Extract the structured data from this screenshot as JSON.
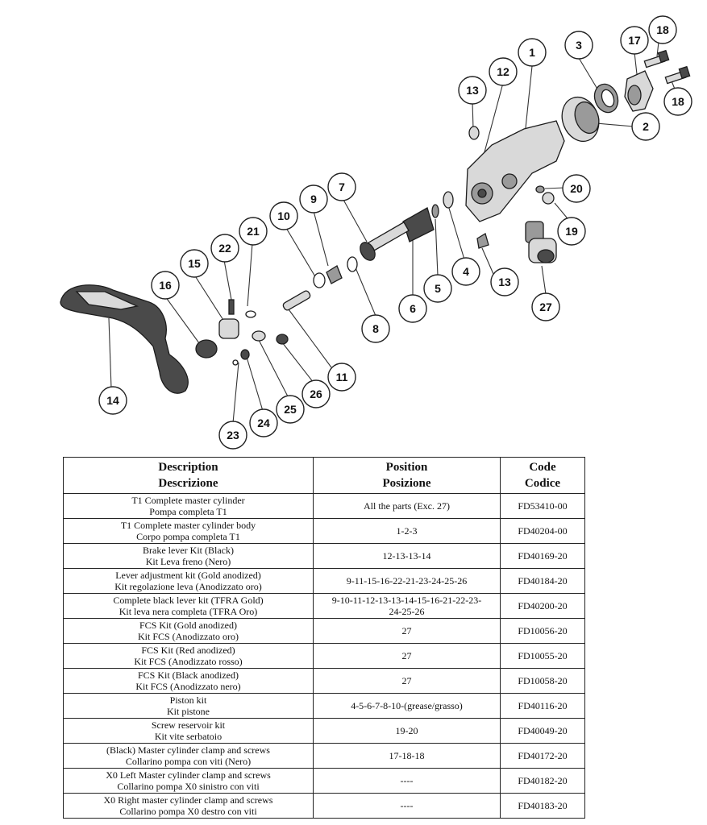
{
  "diagram": {
    "callouts": [
      "1",
      "2",
      "3",
      "4",
      "5",
      "6",
      "7",
      "8",
      "9",
      "10",
      "11",
      "12",
      "13",
      "13",
      "14",
      "15",
      "16",
      "17",
      "18",
      "18",
      "19",
      "20",
      "21",
      "22",
      "23",
      "24",
      "25",
      "26",
      "27"
    ]
  },
  "table": {
    "headers": {
      "description": [
        "Description",
        "Descrizione"
      ],
      "position": [
        "Position",
        "Posizione"
      ],
      "code": [
        "Code",
        "Codice"
      ]
    },
    "rows": [
      {
        "desc_en": "T1 Complete master cylinder",
        "desc_it": "Pompa completa T1",
        "pos1": "All the parts (Exc. 27)",
        "pos2": "",
        "code": "FD53410-00"
      },
      {
        "desc_en": "T1 Complete master cylinder body",
        "desc_it": "Corpo pompa completa T1",
        "pos1": "1-2-3",
        "pos2": "",
        "code": "FD40204-00"
      },
      {
        "desc_en": "Brake lever Kit (Black)",
        "desc_it": "Kit Leva freno (Nero)",
        "pos1": "12-13-13-14",
        "pos2": "",
        "code": "FD40169-20"
      },
      {
        "desc_en": "Lever adjustment kit (Gold anodized)",
        "desc_it": "Kit regolazione leva (Anodizzato oro)",
        "pos1": "9-11-15-16-22-21-23-24-25-26",
        "pos2": "",
        "code": "FD40184-20"
      },
      {
        "desc_en": "Complete black lever kit (TFRA Gold)",
        "desc_it": "Kit leva nera completa (TFRA Oro)",
        "pos1": "9-10-11-12-13-13-14-15-16-21-22-23-",
        "pos2": "24-25-26",
        "code": "FD40200-20"
      },
      {
        "desc_en": "FCS Kit (Gold anodized)",
        "desc_it": "Kit FCS (Anodizzato oro)",
        "pos1": "27",
        "pos2": "",
        "code": "FD10056-20"
      },
      {
        "desc_en": "FCS Kit (Red anodized)",
        "desc_it": "Kit FCS (Anodizzato rosso)",
        "pos1": "27",
        "pos2": "",
        "code": "FD10055-20"
      },
      {
        "desc_en": "FCS Kit (Black anodized)",
        "desc_it": "Kit FCS (Anodizzato nero)",
        "pos1": "27",
        "pos2": "",
        "code": "FD10058-20"
      },
      {
        "desc_en": "Piston kit",
        "desc_it": "Kit pistone",
        "pos1": "4-5-6-7-8-10-(grease/grasso)",
        "pos2": "",
        "code": "FD40116-20"
      },
      {
        "desc_en": "Screw  reservoir kit",
        "desc_it": "Kit vite serbatoio",
        "pos1": "19-20",
        "pos2": "",
        "code": "FD40049-20"
      },
      {
        "desc_en": "(Black) Master cylinder clamp and screws",
        "desc_it": "Collarino pompa con viti (Nero)",
        "pos1": "17-18-18",
        "pos2": "",
        "code": "FD40172-20"
      },
      {
        "desc_en": "X0 Left Master cylinder clamp and screws",
        "desc_it": "Collarino pompa X0 sinistro con viti",
        "pos1": "----",
        "pos2": "",
        "code": "FD40182-20"
      },
      {
        "desc_en": "X0 Right master cylinder clamp and screws",
        "desc_it": "Collarino pompa X0 destro con viti",
        "pos1": "----",
        "pos2": "",
        "code": "FD40183-20"
      }
    ]
  }
}
